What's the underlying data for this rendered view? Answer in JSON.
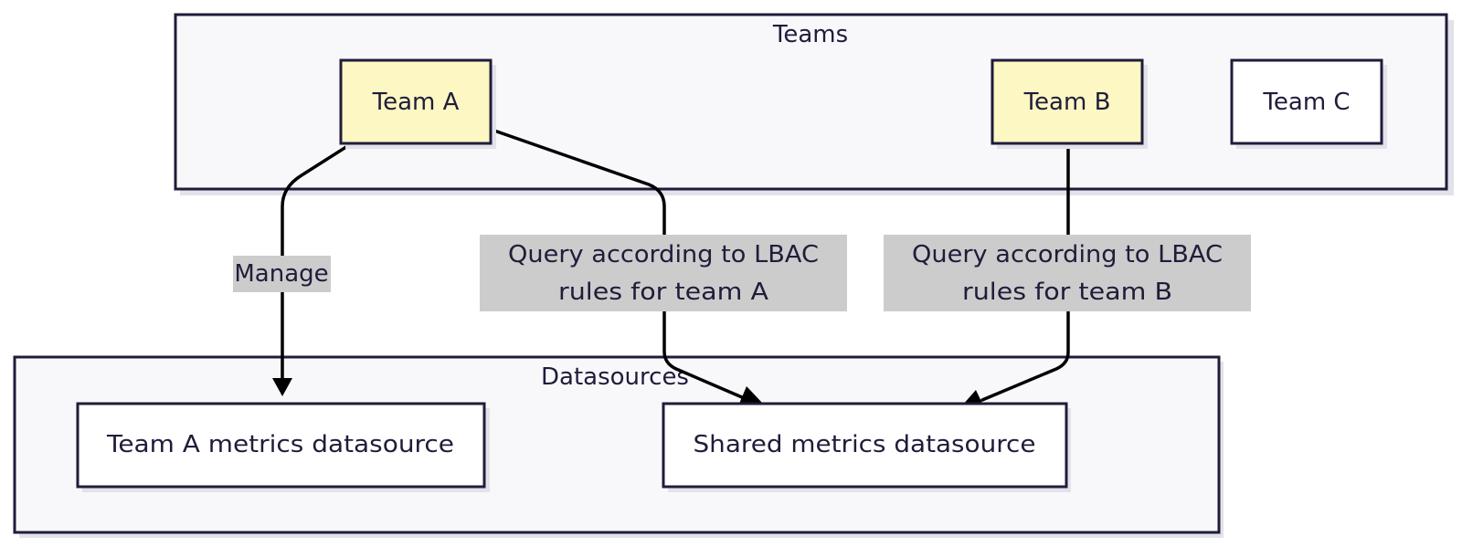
{
  "clusters": {
    "teams": {
      "label": "Teams"
    },
    "datasources": {
      "label": "Datasources"
    }
  },
  "nodes": {
    "team_a": {
      "label": "Team A",
      "highlighted": true
    },
    "team_b": {
      "label": "Team B",
      "highlighted": true
    },
    "team_c": {
      "label": "Team C",
      "highlighted": false
    },
    "team_a_metrics": {
      "label": "Team A metrics datasource",
      "highlighted": false
    },
    "shared_metrics": {
      "label": "Shared metrics datasource",
      "highlighted": false
    }
  },
  "edges": {
    "manage": {
      "from": "Team A",
      "to": "Team A metrics datasource",
      "label": "Manage"
    },
    "query_a": {
      "from": "Team A",
      "to": "Shared metrics datasource",
      "label_lines": [
        "Query according to LBAC",
        "rules for team A"
      ]
    },
    "query_b": {
      "from": "Team B",
      "to": "Shared metrics datasource",
      "label_lines": [
        "Query according to LBAC",
        "rules for team B"
      ]
    }
  },
  "colors": {
    "highlight_fill": "#fdf7c3",
    "node_stroke": "#1f1d3a",
    "cluster_fill": "#f8f8fb",
    "edge_label_bg": "#cccccc"
  }
}
